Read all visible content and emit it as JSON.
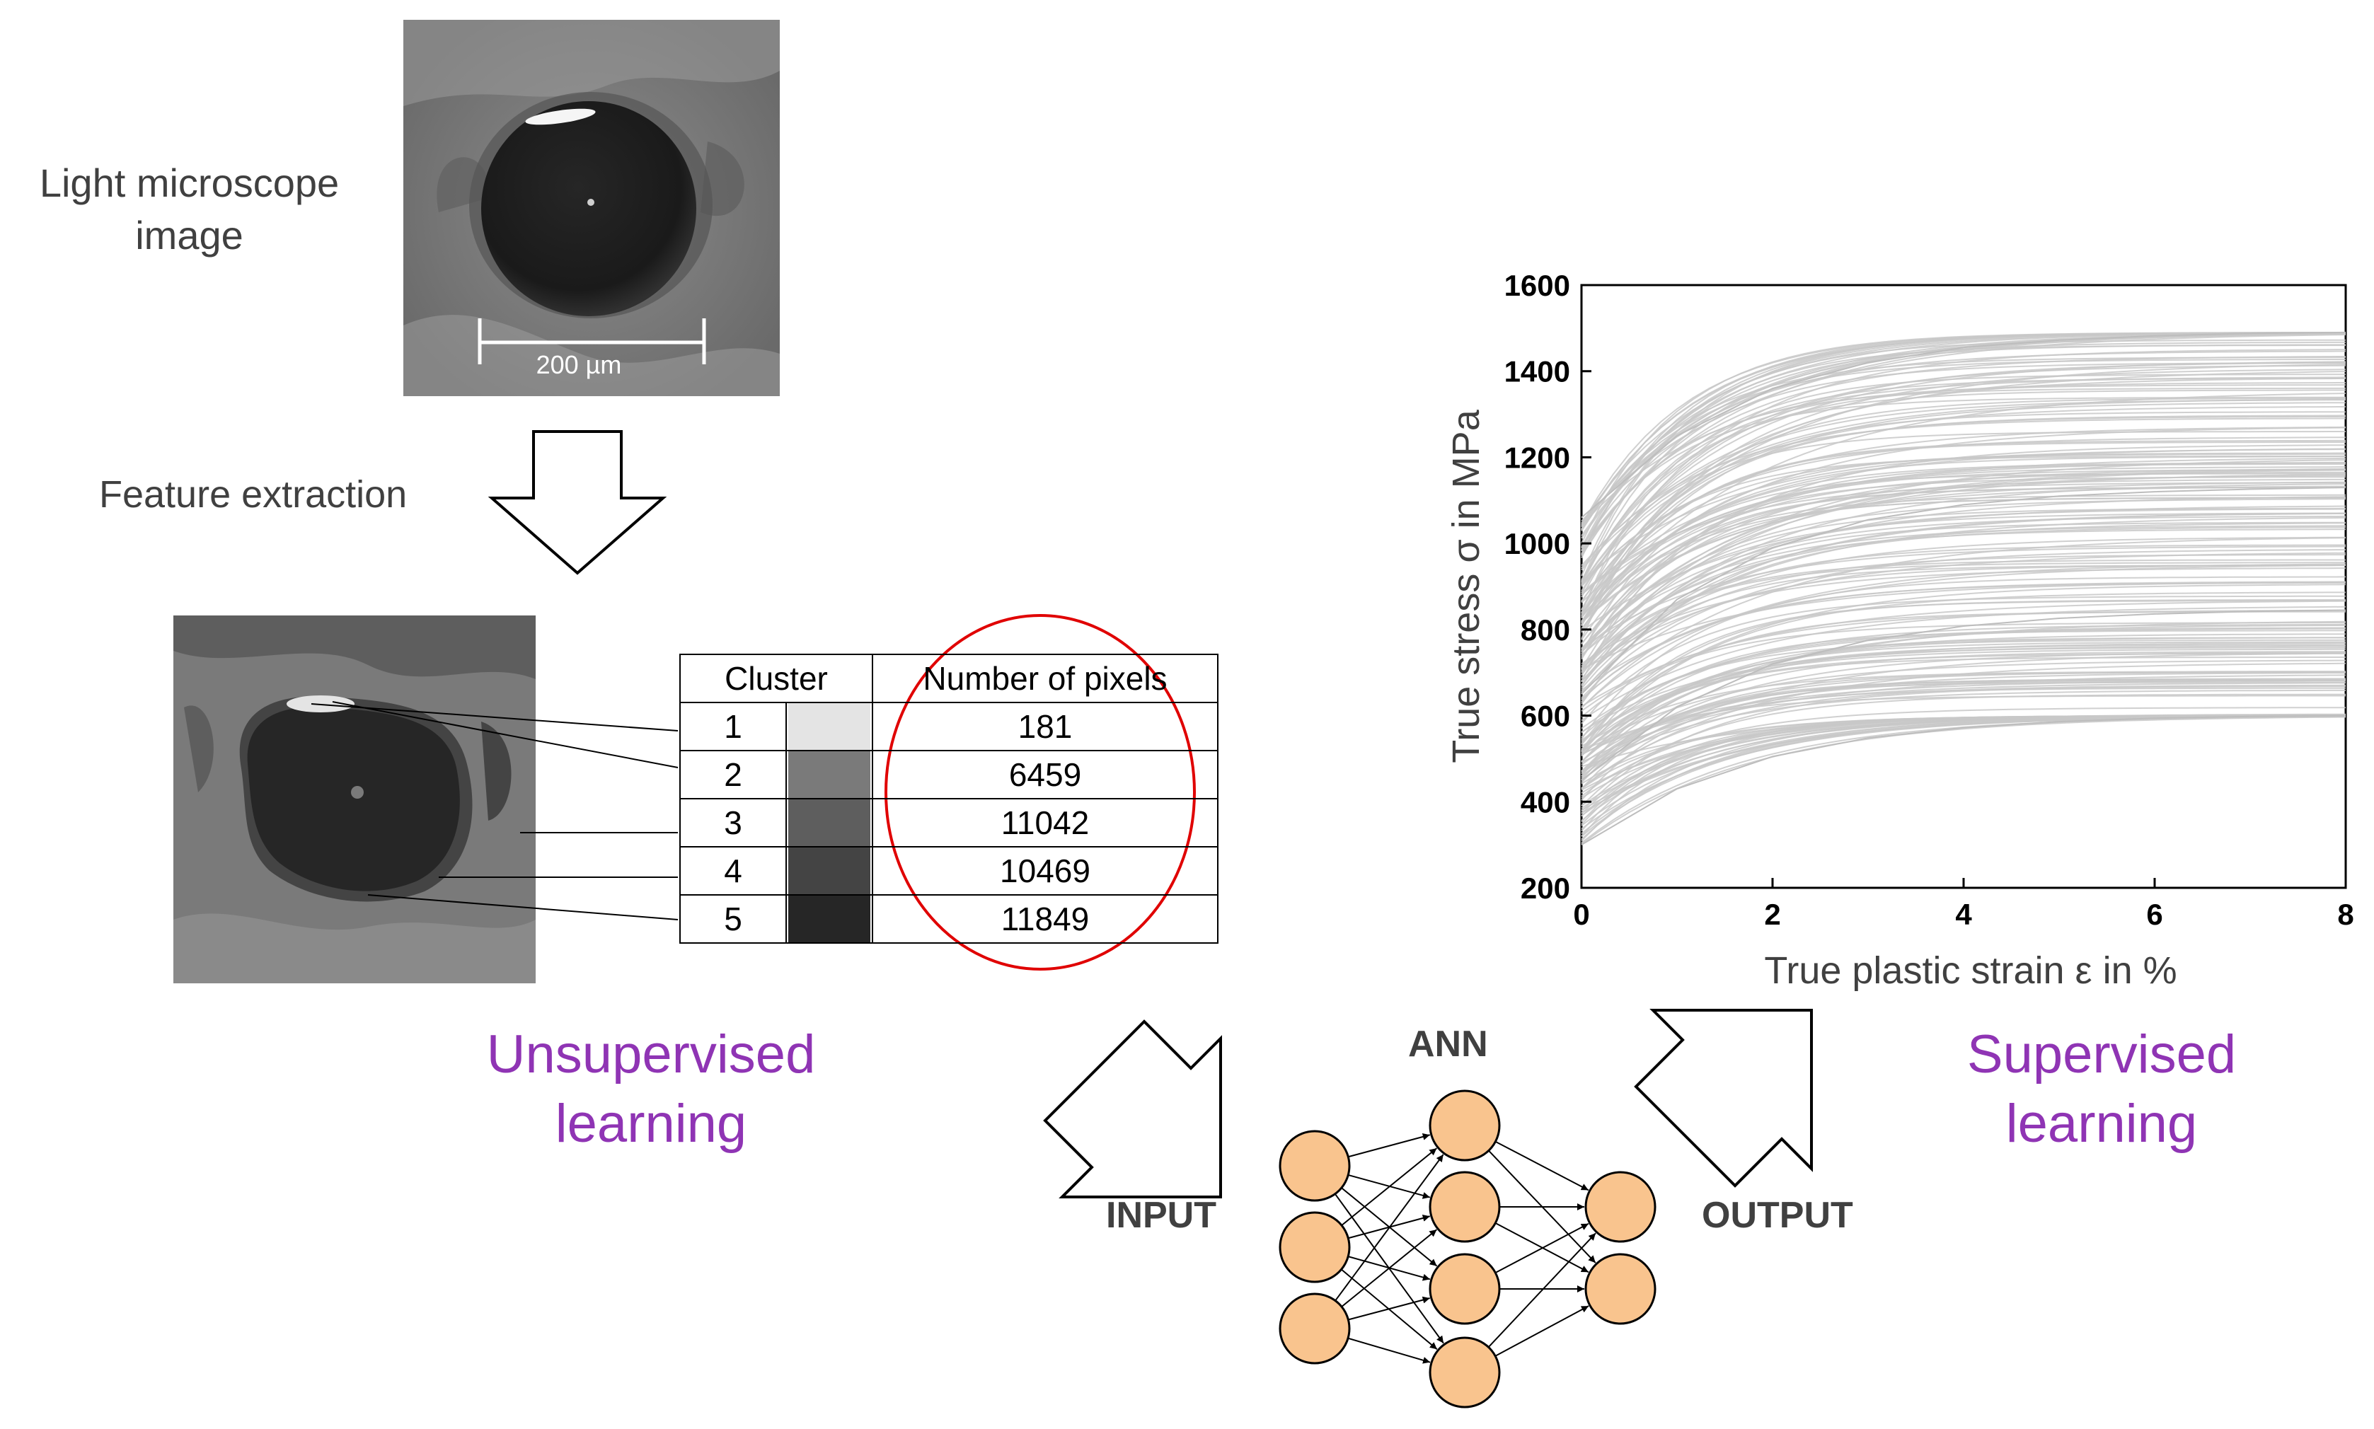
{
  "micrograph": {
    "label_line1": "Light microscope",
    "label_line2": "image",
    "scale_bar": "200 µm"
  },
  "feature_extraction_label": "Feature extraction",
  "cluster_table": {
    "headers": [
      "Cluster",
      "Number of pixels"
    ],
    "rows": [
      {
        "cluster": "1",
        "pixels": "181",
        "swatch": "#e4e4e4"
      },
      {
        "cluster": "2",
        "pixels": "6459",
        "swatch": "#7a7a7a"
      },
      {
        "cluster": "3",
        "pixels": "11042",
        "swatch": "#5e5e5e"
      },
      {
        "cluster": "4",
        "pixels": "10469",
        "swatch": "#444444"
      },
      {
        "cluster": "5",
        "pixels": "11849",
        "swatch": "#262626"
      }
    ]
  },
  "unsupervised": {
    "line1": "Unsupervised",
    "line2": "learning"
  },
  "supervised": {
    "line1": "Supervised",
    "line2": "learning"
  },
  "ann": {
    "title": "ANN",
    "input_label": "INPUT",
    "output_label": "OUTPUT",
    "layers": [
      3,
      4,
      2
    ]
  },
  "colors": {
    "accent_purple": "#8f34b4",
    "circle_red": "#e00000",
    "neuron_fill": "#f9c48e",
    "curve_gray": "#c8c8c8"
  },
  "chart_data": {
    "type": "line",
    "xlabel": "True plastic strain ε in %",
    "ylabel": "True stress σ in MPa",
    "xlim": [
      0,
      8
    ],
    "ylim": [
      200,
      1600
    ],
    "xticks": [
      0,
      2,
      4,
      6,
      8
    ],
    "yticks": [
      200,
      400,
      600,
      800,
      1000,
      1200,
      1400,
      1600
    ],
    "grid": false,
    "legend": "none",
    "series_description": "about 200 gray flow curves; each rises from an initial stress at 0% strain and saturates by ~8%",
    "curve_family": {
      "count": 200,
      "initial_stress_range": [
        300,
        1060
      ],
      "final_stress_range": [
        600,
        1490
      ],
      "representative": [
        {
          "x": [
            0,
            1,
            2,
            3,
            4,
            5,
            6,
            7,
            8
          ],
          "y": [
            300,
            430,
            505,
            548,
            572,
            586,
            594,
            598,
            600
          ]
        },
        {
          "x": [
            0,
            1,
            2,
            3,
            4,
            5,
            6,
            7,
            8
          ],
          "y": [
            450,
            620,
            720,
            775,
            808,
            826,
            836,
            842,
            845
          ]
        },
        {
          "x": [
            0,
            1,
            2,
            3,
            4,
            5,
            6,
            7,
            8
          ],
          "y": [
            650,
            870,
            990,
            1055,
            1090,
            1110,
            1120,
            1126,
            1130
          ]
        },
        {
          "x": [
            0,
            1,
            2,
            3,
            4,
            5,
            6,
            7,
            8
          ],
          "y": [
            1060,
            1250,
            1360,
            1420,
            1455,
            1472,
            1482,
            1488,
            1490
          ]
        }
      ]
    }
  }
}
